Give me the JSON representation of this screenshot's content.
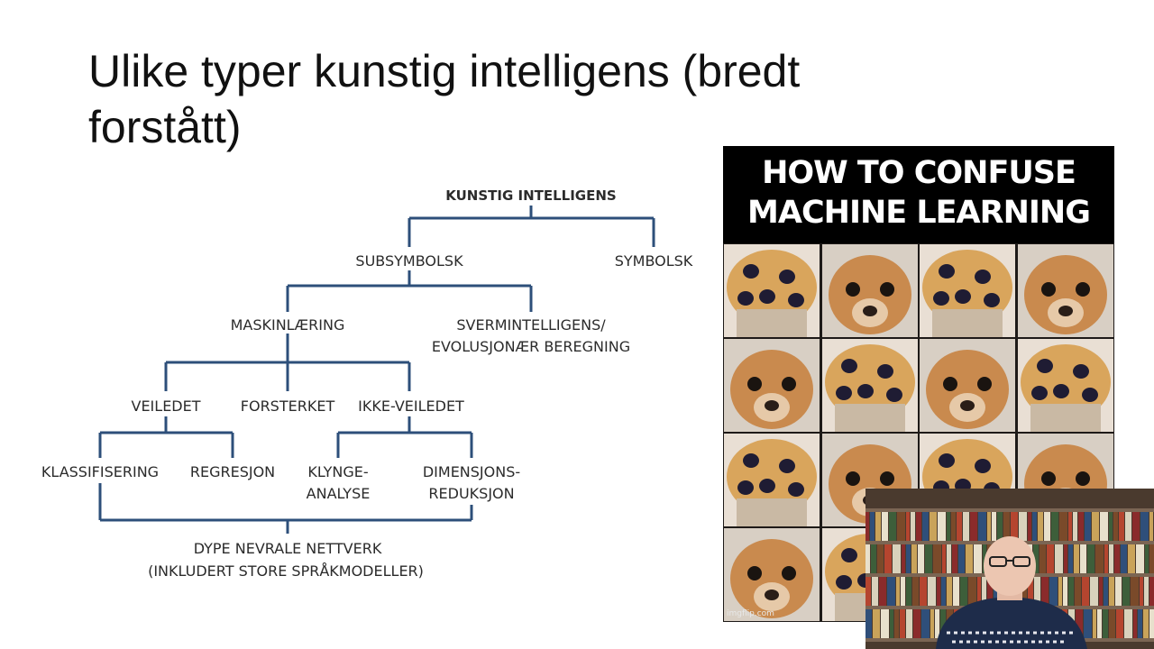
{
  "slide": {
    "title_line1": "Ulike typer kunstig intelligens (bredt",
    "title_line2": "forstått)"
  },
  "tree": {
    "root": "KUNSTIG INTELLIGENS",
    "subsymbolic": "SUBSYMBOLSK",
    "symbolic": "SYMBOLSK",
    "machine_learning": "MASKINLÆRING",
    "swarm_line1": "SVERMINTELLIGENS/",
    "swarm_line2": "EVOLUSJONÆR BEREGNING",
    "supervised": "VEILEDET",
    "reinforcement": "FORSTERKET",
    "unsupervised": "IKKE-VEILEDET",
    "classification": "KLASSIFISERING",
    "regression": "REGRESJON",
    "cluster_line1": "KLYNGE-",
    "cluster_line2": "ANALYSE",
    "dimred_line1": "DIMENSJONS-",
    "dimred_line2": "REDUKSJON",
    "deep_line1": "DYPE NEVRALE NETTVERK",
    "deep_line2": "(INKLUDERT STORE SPRÅKMODELLER)"
  },
  "meme": {
    "header_line1": "HOW TO CONFUSE",
    "header_line2": "MACHINE LEARNING",
    "watermark": "imgflip.com",
    "tiles": [
      "muffin",
      "chihuahua",
      "muffin",
      "chihuahua",
      "chihuahua",
      "muffin",
      "chihuahua",
      "muffin",
      "muffin",
      "chihuahua",
      "muffin",
      "chihuahua",
      "chihuahua",
      "muffin"
    ]
  },
  "colors": {
    "tree_line": "#2d4f7a",
    "muffin": "#d9a55c",
    "dog": "#c98a4e"
  }
}
